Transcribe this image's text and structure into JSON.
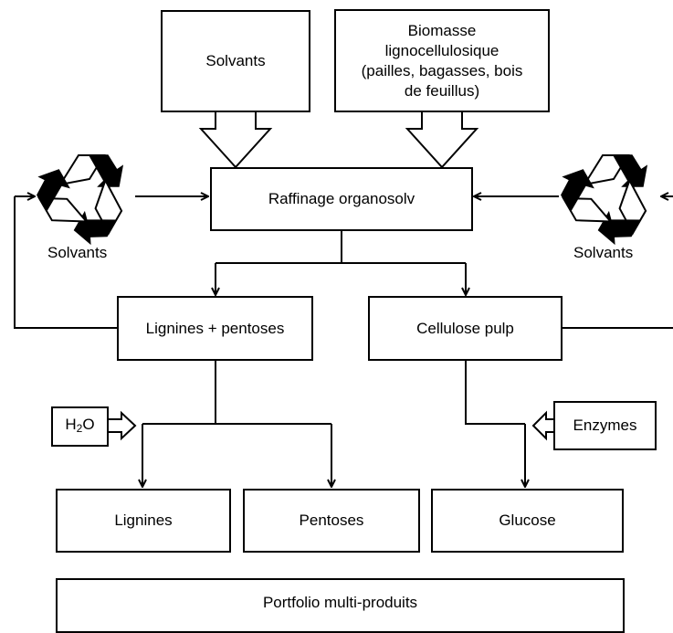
{
  "boxes": {
    "solvents_input": "Solvants",
    "biomass": [
      "Biomasse",
      "lignocellulosique",
      "(pailles, bagasses, bois",
      "de feuillus)"
    ],
    "refining": "Raffinage organosolv",
    "lignins_pentoses": "Lignines + pentoses",
    "cellulose_pulp": "Cellulose pulp",
    "lignins": "Lignines",
    "pentoses": "Pentoses",
    "glucose": "Glucose",
    "portfolio": "Portfolio multi-produits",
    "enzymes": "Enzymes"
  },
  "h2o": {
    "main": "H",
    "sub": "2",
    "tail": "O"
  },
  "recycle_left_label": "Solvants",
  "recycle_right_label": "Solvants",
  "icons": [
    "recycle-icon",
    "recycle-icon"
  ]
}
